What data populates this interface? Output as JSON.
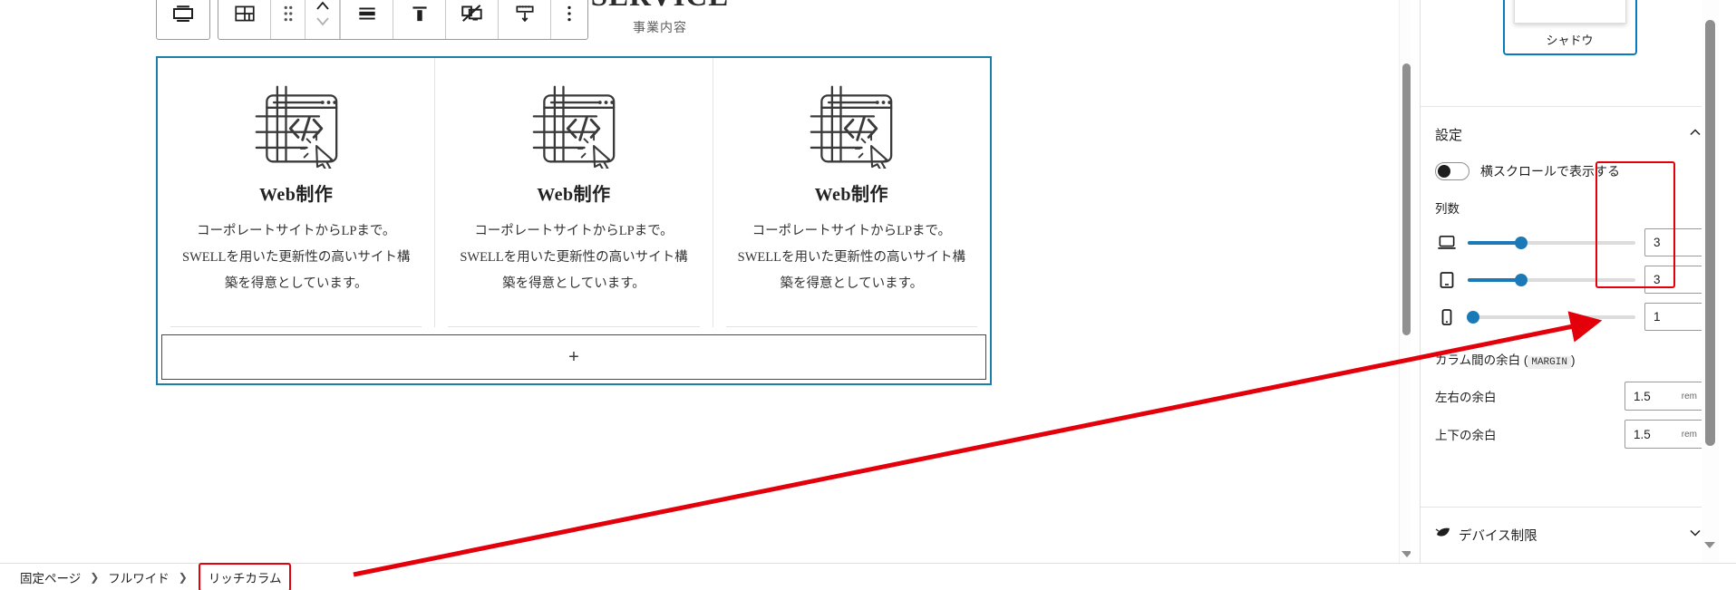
{
  "toolbar": {
    "buttons": [
      {
        "name": "block-type-rich-column-icon",
        "label": "リッチカラム"
      },
      {
        "name": "column-layout-icon",
        "label": "カラム設定"
      },
      {
        "name": "drag-handle-icon",
        "label": "ドラッグ"
      },
      {
        "name": "move-updown-icon",
        "label": "上下に移動"
      },
      {
        "name": "align-icon",
        "label": "配置"
      },
      {
        "name": "vertical-align-top-icon",
        "label": "上揃え"
      },
      {
        "name": "hide-on-device-icon",
        "label": "デバイス非表示"
      },
      {
        "name": "spacing-icon",
        "label": "余白設定"
      },
      {
        "name": "more-options-icon",
        "label": "オプション"
      }
    ]
  },
  "content": {
    "section_title": "SERVICE",
    "section_subtitle": "事業内容",
    "cards": [
      {
        "title": "Web制作",
        "desc": "コーポレートサイトからLPまで。SWELLを用いた更新性の高いサイト構築を得意としています。",
        "illustration": "code-window-icon"
      },
      {
        "title": "Web制作",
        "desc": "コーポレートサイトからLPまで。SWELLを用いた更新性の高いサイト構築を得意としています。",
        "illustration": "code-window-icon"
      },
      {
        "title": "Web制作",
        "desc": "コーポレートサイトからLPまで。SWELLを用いた更新性の高いサイト構築を得意としています。",
        "illustration": "code-window-icon"
      }
    ],
    "appender_label": "+"
  },
  "sidebar": {
    "shadow_preset": {
      "label": "シャドウ",
      "selected": true,
      "accent": "#0a7ac0"
    },
    "settings_panel": {
      "title": "設定",
      "collapse_icon": "chevron-up-icon",
      "toggle": {
        "label": "横スクロールで表示する",
        "on": false
      },
      "columns": {
        "label": "列数",
        "rows": [
          {
            "device": "desktop-icon",
            "value": "3",
            "fill_pct": 32
          },
          {
            "device": "tablet-icon",
            "value": "3",
            "fill_pct": 32
          },
          {
            "device": "mobile-icon",
            "value": "1",
            "fill_pct": 3
          }
        ]
      },
      "margin": {
        "title": "カラム間の余白 (",
        "title_code": "MARGIN",
        "title_close": ")",
        "rows": [
          {
            "label": "左右の余白",
            "value": "1.5",
            "unit": "rem"
          },
          {
            "label": "上下の余白",
            "value": "1.5",
            "unit": "rem"
          }
        ]
      }
    },
    "device_section": {
      "title": "デバイス制限",
      "icon": "swell-leaf-icon",
      "collapse_icon": "chevron-down-icon"
    }
  },
  "footer": {
    "breadcrumb": [
      {
        "label": "固定ページ",
        "current": false
      },
      {
        "label": "フルワイド",
        "current": false
      },
      {
        "label": "リッチカラム",
        "current": true
      }
    ],
    "separator": "❯"
  },
  "annotation": {
    "arrow_color": "#e3000b",
    "highlight_color": "#e3000b"
  }
}
